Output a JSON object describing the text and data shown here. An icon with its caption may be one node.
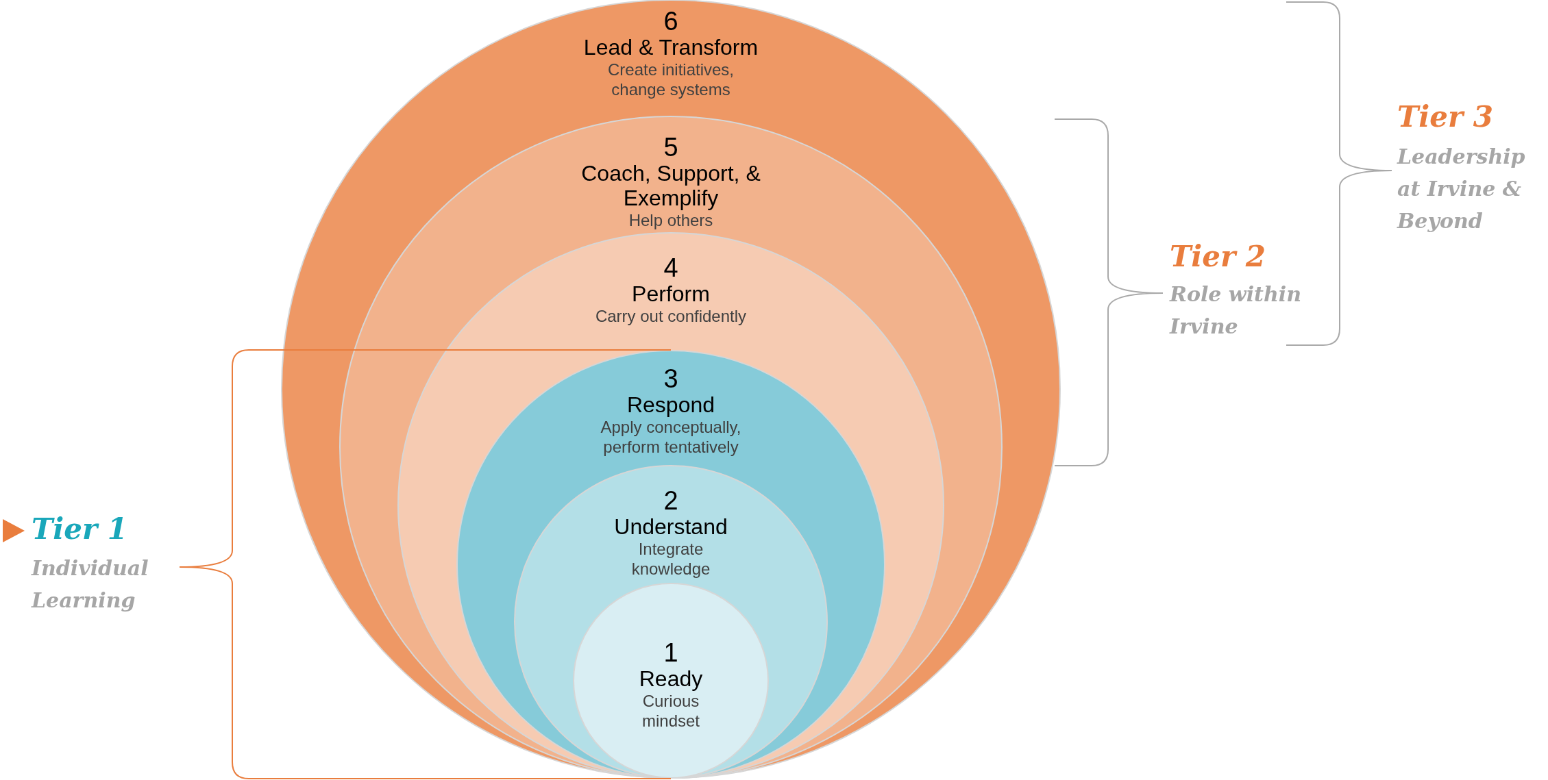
{
  "diagram": {
    "nodes": [
      {
        "text": [
          "6",
          "Lead & Transform",
          "Create initiatives, change systems"
        ]
      },
      {
        "text": [
          "5",
          "Coach, Support, & Exemplify",
          "Help others"
        ],
        "in": 0
      },
      {
        "text": [
          "4",
          "Perform",
          "Carry out confidently"
        ],
        "in": 1
      },
      {
        "text": [
          "3",
          "Respond",
          "Apply conceptually, perform tentatively"
        ],
        "in": 2
      },
      {
        "text": [
          "2",
          "Understand",
          "Integrate knowledge"
        ],
        "in": 3
      },
      {
        "text": [
          "1",
          "Ready",
          "Curious mindset"
        ],
        "in": 4
      }
    ],
    "labels": [
      "Tier 3",
      "Leadership at Irvine & Beyond",
      "Tier 2",
      "Role within Irvine",
      "Tier 1",
      "Individual Learning"
    ]
  }
}
